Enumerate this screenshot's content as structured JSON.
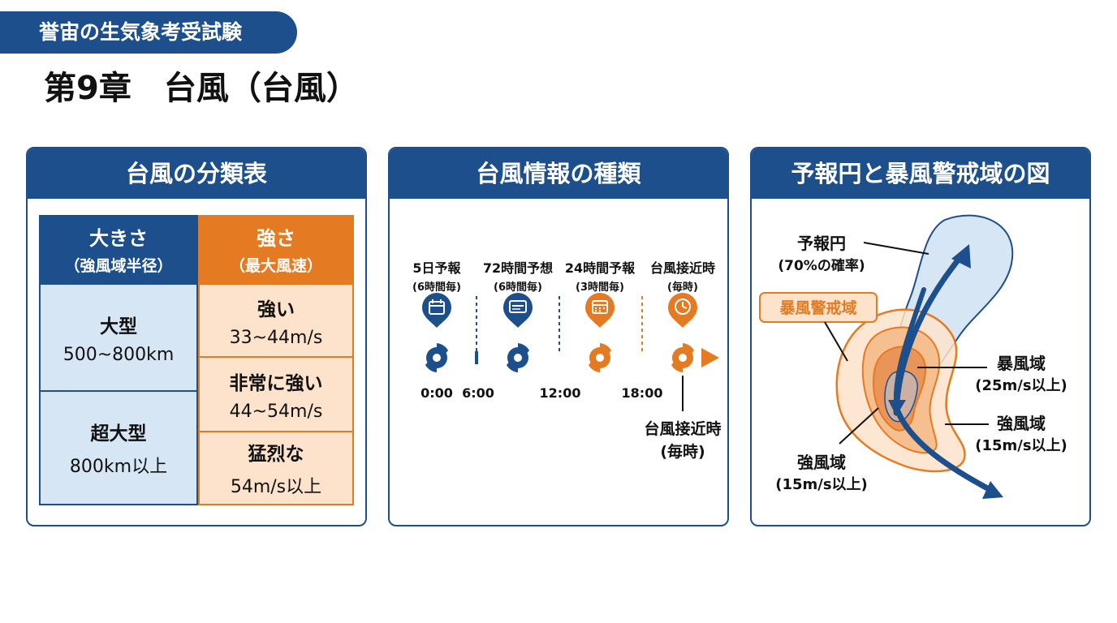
{
  "header": {
    "tag": "誉宙の生気象考受試験",
    "title": "第9章　台風（台風）"
  },
  "classification": {
    "title": "台風の分類表",
    "size_header": {
      "main": "大きさ",
      "sub": "（強風域半径）"
    },
    "strength_header": {
      "main": "強さ",
      "sub": "（最大風速）"
    },
    "sizes": [
      {
        "name": "大型",
        "range": "500~800km"
      },
      {
        "name": "超大型",
        "range": "800km以上"
      }
    ],
    "strengths": [
      {
        "name": "強い",
        "range": "33~44m/s"
      },
      {
        "name": "非常に強い",
        "range": "44~54m/s"
      },
      {
        "name": "猛烈な",
        "range": "54m/s以上"
      }
    ]
  },
  "info": {
    "title": "台風情報の種類",
    "items": [
      {
        "label": "5日予報",
        "sub": "(6時間毎)",
        "icon": "calendar-icon",
        "color": "#1d4f8c"
      },
      {
        "label": "72時間予想",
        "sub": "(6時間毎)",
        "icon": "monitor-icon",
        "color": "#1d4f8c"
      },
      {
        "label": "24時間予報",
        "sub": "(3時間毎)",
        "icon": "calendar-grid-icon",
        "color": "#e47a22"
      },
      {
        "label": "台風接近時",
        "sub": "(毎時)",
        "icon": "clock-icon",
        "color": "#e47a22"
      }
    ],
    "times": [
      "0:00",
      "6:00",
      "12:00",
      "18:00"
    ],
    "callout": {
      "label": "台風接近時",
      "sub": "(毎時)"
    }
  },
  "forecast_map": {
    "title": "予報円と暴風警戒域の図",
    "forecast_circle": {
      "label": "予報円",
      "sub": "(70%の確率)"
    },
    "warning_zone": "暴風警戒域",
    "storm_zone": {
      "label": "暴風域",
      "sub": "(25m/s以上)"
    },
    "strong_zone_right": {
      "label": "強風域",
      "sub": "(15m/s以上)"
    },
    "strong_zone_left": {
      "label": "強風域",
      "sub": "(15m/s以上)"
    }
  },
  "colors": {
    "navy": "#1d4f8c",
    "orange": "#e47a22",
    "light_blue": "#d7e6f5",
    "light_orange": "#fde3cb"
  }
}
